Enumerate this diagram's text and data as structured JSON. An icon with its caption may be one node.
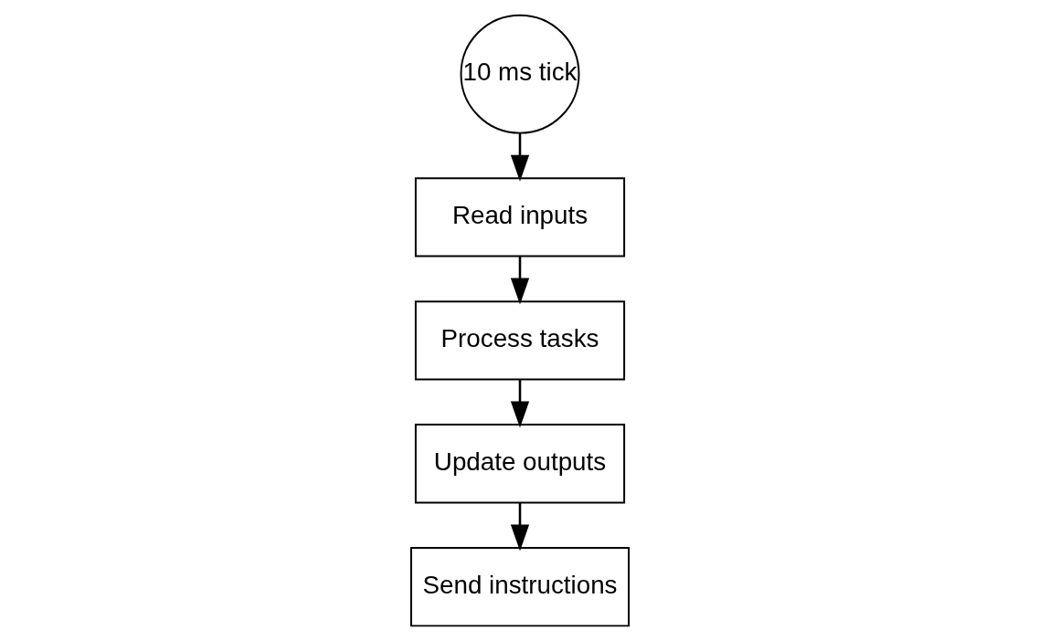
{
  "diagram": {
    "nodes": [
      {
        "text": [
          "10 ms tick"
        ]
      },
      {
        "text": [
          "Read inputs"
        ]
      },
      {
        "text": [
          "Process tasks"
        ]
      },
      {
        "text": [
          "Update outputs"
        ]
      },
      {
        "text": [
          "Send instructions"
        ]
      }
    ],
    "edges": [
      {
        "from": 0,
        "to": 1,
        "arrow": "to"
      },
      {
        "from": 1,
        "to": 2,
        "arrow": "to"
      },
      {
        "from": 2,
        "to": 3,
        "arrow": "to"
      },
      {
        "from": 3,
        "to": 4,
        "arrow": "to"
      }
    ]
  }
}
